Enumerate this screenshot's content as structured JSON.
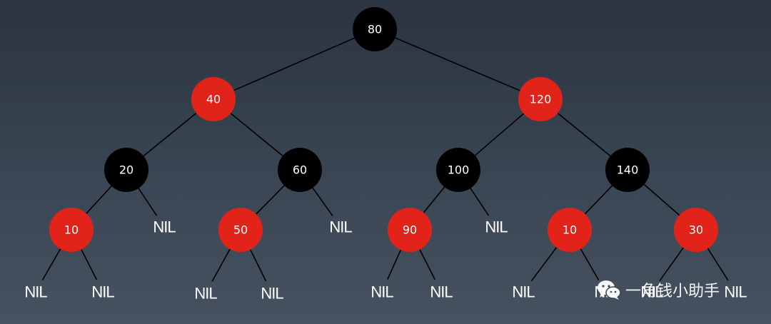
{
  "tree": {
    "nodes": [
      {
        "id": "n80",
        "label": "80",
        "color": "black"
      },
      {
        "id": "n40",
        "label": "40",
        "color": "red"
      },
      {
        "id": "n120",
        "label": "120",
        "color": "red"
      },
      {
        "id": "n20",
        "label": "20",
        "color": "black"
      },
      {
        "id": "n60",
        "label": "60",
        "color": "black"
      },
      {
        "id": "n100",
        "label": "100",
        "color": "black"
      },
      {
        "id": "n140",
        "label": "140",
        "color": "black"
      },
      {
        "id": "n10a",
        "label": "10",
        "color": "red"
      },
      {
        "id": "n50",
        "label": "50",
        "color": "red"
      },
      {
        "id": "n90",
        "label": "90",
        "color": "red"
      },
      {
        "id": "n10b",
        "label": "10",
        "color": "red"
      },
      {
        "id": "n30",
        "label": "30",
        "color": "red"
      }
    ],
    "nil_label": "NIL",
    "nil_leaves": [
      "nil-20r",
      "nil-60r",
      "nil-100r",
      "nil-10a-l",
      "nil-10a-r",
      "nil-50-l",
      "nil-50-r",
      "nil-90-l",
      "nil-90-r",
      "nil-10b-l",
      "nil-10b-r",
      "nil-30-l",
      "nil-30-r"
    ],
    "edges": [
      [
        "n80",
        "n40"
      ],
      [
        "n80",
        "n120"
      ],
      [
        "n40",
        "n20"
      ],
      [
        "n40",
        "n60"
      ],
      [
        "n120",
        "n100"
      ],
      [
        "n120",
        "n140"
      ],
      [
        "n20",
        "n10a"
      ],
      [
        "n20",
        "nil-20r"
      ],
      [
        "n60",
        "n50"
      ],
      [
        "n60",
        "nil-60r"
      ],
      [
        "n100",
        "n90"
      ],
      [
        "n100",
        "nil-100r"
      ],
      [
        "n140",
        "n10b"
      ],
      [
        "n140",
        "n30"
      ],
      [
        "n10a",
        "nil-10a-l"
      ],
      [
        "n10a",
        "nil-10a-r"
      ],
      [
        "n50",
        "nil-50-l"
      ],
      [
        "n50",
        "nil-50-r"
      ],
      [
        "n90",
        "nil-90-l"
      ],
      [
        "n90",
        "nil-90-r"
      ],
      [
        "n10b",
        "nil-10b-l"
      ],
      [
        "n10b",
        "nil-10b-r"
      ],
      [
        "n30",
        "nil-30-l"
      ],
      [
        "n30",
        "nil-30-r"
      ]
    ]
  },
  "colors": {
    "red": "#e2231a",
    "black": "#000000",
    "edge": "#000000",
    "text": "#ffffff"
  },
  "watermark": {
    "icon": "wechat-icon",
    "text": "一角钱小助手"
  }
}
